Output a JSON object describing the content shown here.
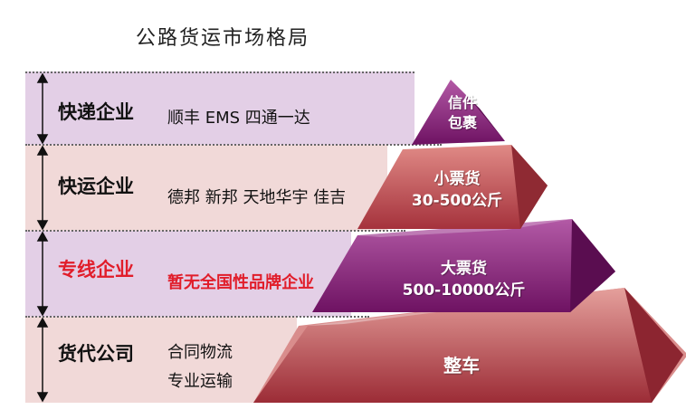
{
  "title": "公路货运市场格局",
  "tiers": [
    {
      "category": "快递企业",
      "companies": "顺丰  EMS  四通一达",
      "cargo_line1": "信件",
      "cargo_line2": "包裹"
    },
    {
      "category": "快运企业",
      "companies": "德邦  新邦  天地华宇  佳吉",
      "cargo_line1": "小票货",
      "cargo_line2": "30-500公斤"
    },
    {
      "category": "专线企业",
      "companies": "暂无全国性品牌企业",
      "cargo_line1": "大票货",
      "cargo_line2": "500-10000公斤"
    },
    {
      "category": "货代公司",
      "companies": "合同物流",
      "companies_line2": "专业运输",
      "cargo_line1": "整车"
    }
  ],
  "colors": {
    "band_purple": "#e3cfe6",
    "band_pink": "#f1d9d8",
    "pyramid_purple": "#8a1f7a",
    "pyramid_red": "#b8444c",
    "highlight_red": "#e11d2a"
  }
}
